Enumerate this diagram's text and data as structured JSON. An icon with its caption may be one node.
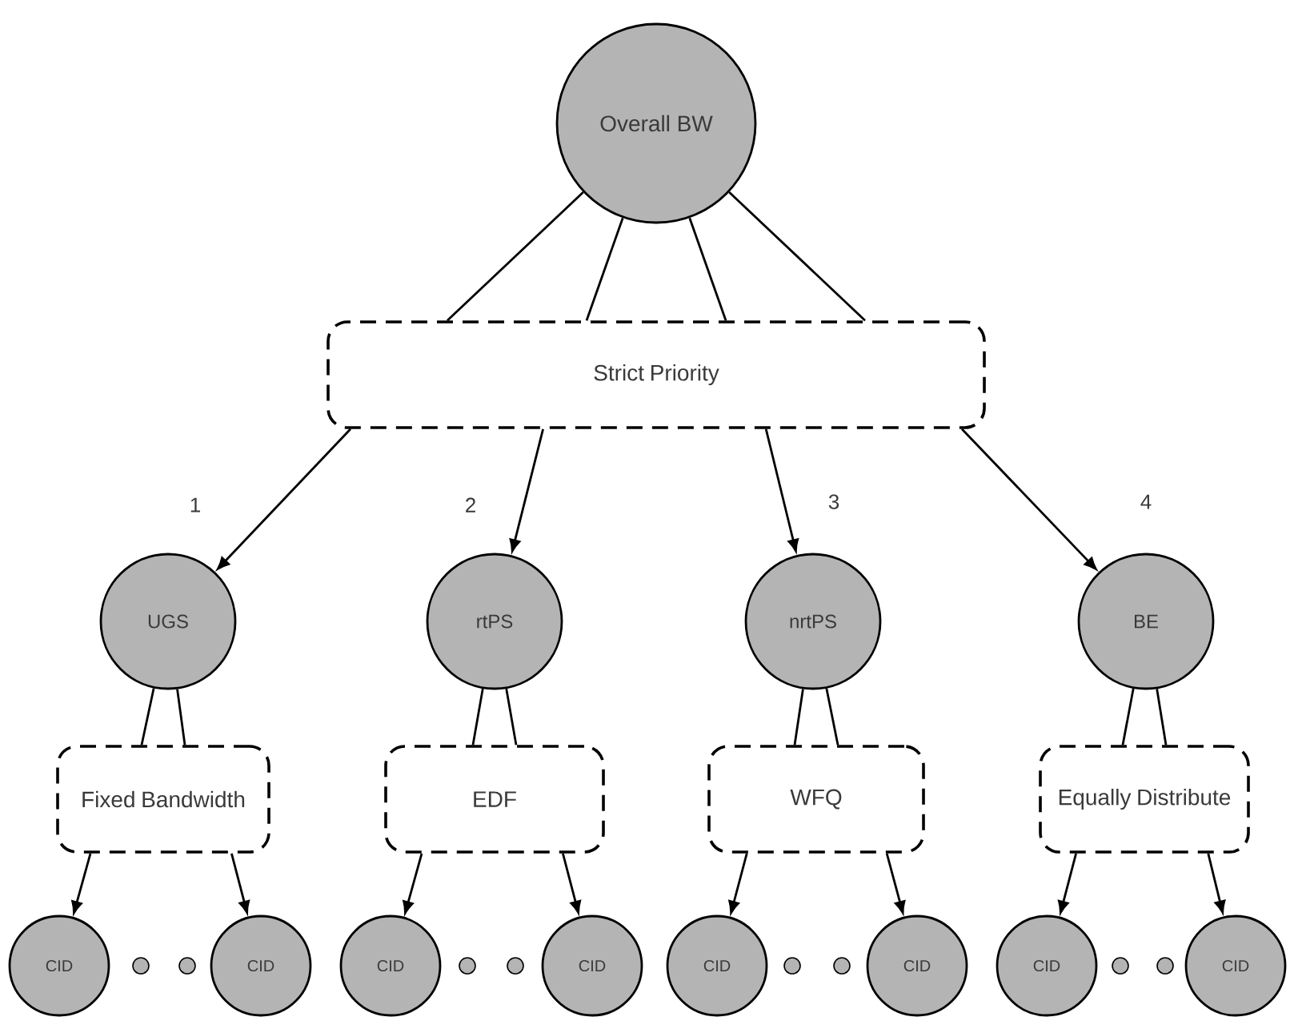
{
  "diagram": {
    "nodes": [
      {
        "text": [
          "Overall BW"
        ]
      },
      {
        "text": [
          "Strict Priority"
        ]
      },
      {
        "text": [
          "UGS"
        ]
      },
      {
        "text": [
          "rtPS"
        ]
      },
      {
        "text": [
          "nrtPS"
        ]
      },
      {
        "text": [
          "BE"
        ]
      },
      {
        "text": [
          "Fixed Bandwidth"
        ]
      },
      {
        "text": [
          "EDF"
        ]
      },
      {
        "text": [
          "WFQ"
        ]
      },
      {
        "text": [
          "Equally Distribute"
        ]
      },
      {
        "text": [
          "CID"
        ]
      },
      {
        "text": [
          "CID"
        ]
      },
      {
        "text": [
          "CID"
        ]
      },
      {
        "text": [
          "CID"
        ]
      },
      {
        "text": [
          "CID"
        ]
      },
      {
        "text": [
          "CID"
        ]
      },
      {
        "text": [
          "CID"
        ]
      },
      {
        "text": [
          "CID"
        ]
      }
    ],
    "edges": [
      {
        "from": 0,
        "to": 1,
        "arrow": "none"
      },
      {
        "from": 0,
        "to": 1,
        "arrow": "none"
      },
      {
        "from": 0,
        "to": 1,
        "arrow": "none"
      },
      {
        "from": 0,
        "to": 1,
        "arrow": "none"
      },
      {
        "from": 1,
        "to": 2,
        "arrow": "to",
        "label": "1"
      },
      {
        "from": 1,
        "to": 3,
        "arrow": "to",
        "label": "2"
      },
      {
        "from": 1,
        "to": 4,
        "arrow": "to",
        "label": "3"
      },
      {
        "from": 1,
        "to": 5,
        "arrow": "to",
        "label": "4"
      },
      {
        "from": 2,
        "to": 6,
        "arrow": "none"
      },
      {
        "from": 2,
        "to": 6,
        "arrow": "none"
      },
      {
        "from": 3,
        "to": 7,
        "arrow": "none"
      },
      {
        "from": 3,
        "to": 7,
        "arrow": "none"
      },
      {
        "from": 4,
        "to": 8,
        "arrow": "none"
      },
      {
        "from": 4,
        "to": 8,
        "arrow": "none"
      },
      {
        "from": 5,
        "to": 9,
        "arrow": "none"
      },
      {
        "from": 5,
        "to": 9,
        "arrow": "none"
      },
      {
        "from": 6,
        "to": 10,
        "arrow": "to"
      },
      {
        "from": 6,
        "to": 11,
        "arrow": "to"
      },
      {
        "from": 7,
        "to": 12,
        "arrow": "to"
      },
      {
        "from": 7,
        "to": 13,
        "arrow": "to"
      },
      {
        "from": 8,
        "to": 14,
        "arrow": "to"
      },
      {
        "from": 8,
        "to": 15,
        "arrow": "to"
      },
      {
        "from": 9,
        "to": 16,
        "arrow": "to"
      },
      {
        "from": 9,
        "to": 17,
        "arrow": "to"
      }
    ]
  }
}
